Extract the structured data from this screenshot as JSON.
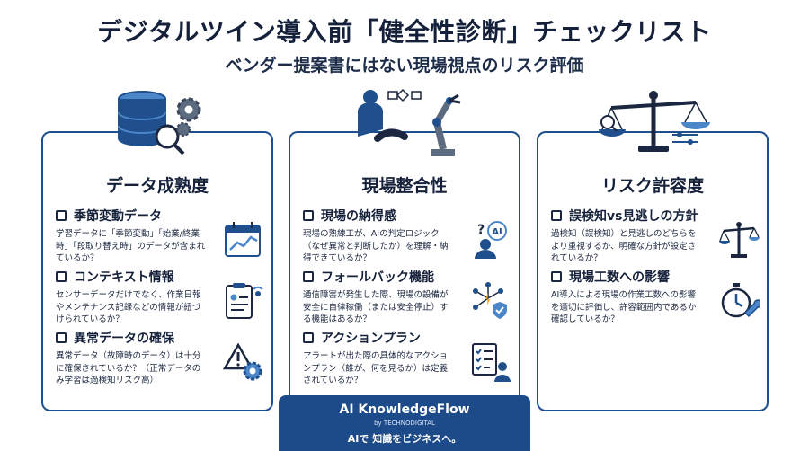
{
  "header": {
    "title": "デジタルツイン導入前「健全性診断」チェックリスト",
    "subtitle": "ベンダー提案書にはない現場視点のリスク評価"
  },
  "panels": [
    {
      "title": "データ成熟度",
      "hero_icon": "database-gear-icon",
      "items": [
        {
          "title": "季節変動データ",
          "desc": "学習データに「季節変動」「始業/終業時」「段取り替え時」のデータが含まれているか？",
          "icon": "calendar-chart-icon"
        },
        {
          "title": "コンテキスト情報",
          "desc": "センサーデータだけでなく、作業日報やメンテナンス記録などの情報が紐づけられているか？",
          "icon": "clipboard-sensor-icon"
        },
        {
          "title": "異常データの確保",
          "desc": "異常データ（故障時のデータ）は十分に確保されているか？（正常データのみ学習は過検知リスク高）",
          "icon": "warning-gear-icon"
        }
      ]
    },
    {
      "title": "現場整合性",
      "hero_icon": "handshake-robot-icon",
      "items": [
        {
          "title": "現場の納得感",
          "desc": "現場の熟練工が、AIの判定ロジック（なぜ異常と判断したか）を理解・納得できているか？",
          "icon": "ai-question-icon"
        },
        {
          "title": "フォールバック機能",
          "desc": "通信障害が発生した際、現場の設備が安全に自律稼働（または安全停止）する機能はあるか？",
          "icon": "network-shield-icon"
        },
        {
          "title": "アクションプラン",
          "desc": "アラートが出た際の具体的なアクションプラン（誰が、何を見るか）は定義されているか？",
          "icon": "checklist-person-icon"
        }
      ]
    },
    {
      "title": "リスク許容度",
      "hero_icon": "balance-scale-icon",
      "items": [
        {
          "title": "誤検知vs見逃しの方針",
          "desc": "過検知（誤検知）と見逃しのどちらをより重視するか、明確な方針が設定されているか？",
          "icon": "scale-icon"
        },
        {
          "title": "現場工数への影響",
          "desc": "AI導入による現場の作業工数への影響を適切に評価し、許容範囲内であるか確認しているか？",
          "icon": "stopwatch-wrench-icon"
        }
      ]
    }
  ],
  "footer": {
    "brand": "AI KnowledgeFlow",
    "by": "by TECHNODIGITAL",
    "tagline": "AIで 知識をビジネスへ。"
  },
  "colors": {
    "primary": "#1f4f8c",
    "accent": "#4a86c8",
    "text": "#15213a",
    "footer_bg": "#1d4a88"
  }
}
